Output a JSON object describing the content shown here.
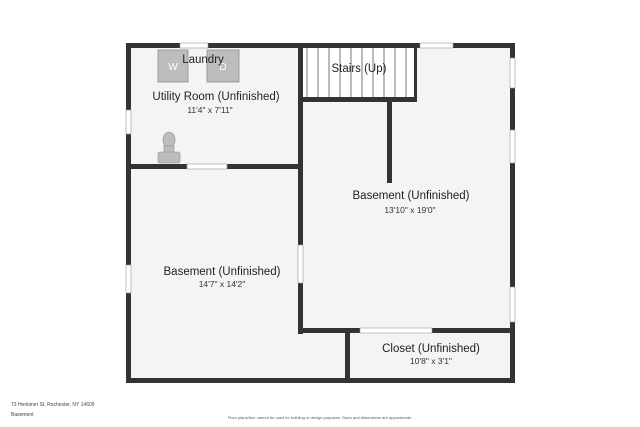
{
  "rooms": {
    "laundry": {
      "name": "Laundry"
    },
    "utility": {
      "name": "Utility Room (Unfinished)",
      "dims": "11'4\" x 7'11\""
    },
    "stairs": {
      "name": "Stairs (Up)"
    },
    "basement_right": {
      "name": "Basement (Unfinished)",
      "dims": "13'10\" x 19'0\""
    },
    "basement_left": {
      "name": "Basement (Unfinished)",
      "dims": "14'7\" x 14'2\""
    },
    "closet": {
      "name": "Closet (Unfinished)",
      "dims": "10'8\" x 3'1\""
    }
  },
  "appliances": {
    "washer": "W",
    "dryer": "D"
  },
  "footer": {
    "address": "73 Herkimer St, Rochester, NY 14609",
    "level": "Basement",
    "disclaimer": "Floor plans/tour cannot be used for building or design purposes. Sizes and dimensions are approximate."
  },
  "colors": {
    "wall": "#333333",
    "floor": "#f4f4f4",
    "window": "#ffffff",
    "fixture": "#bdbdbd"
  }
}
